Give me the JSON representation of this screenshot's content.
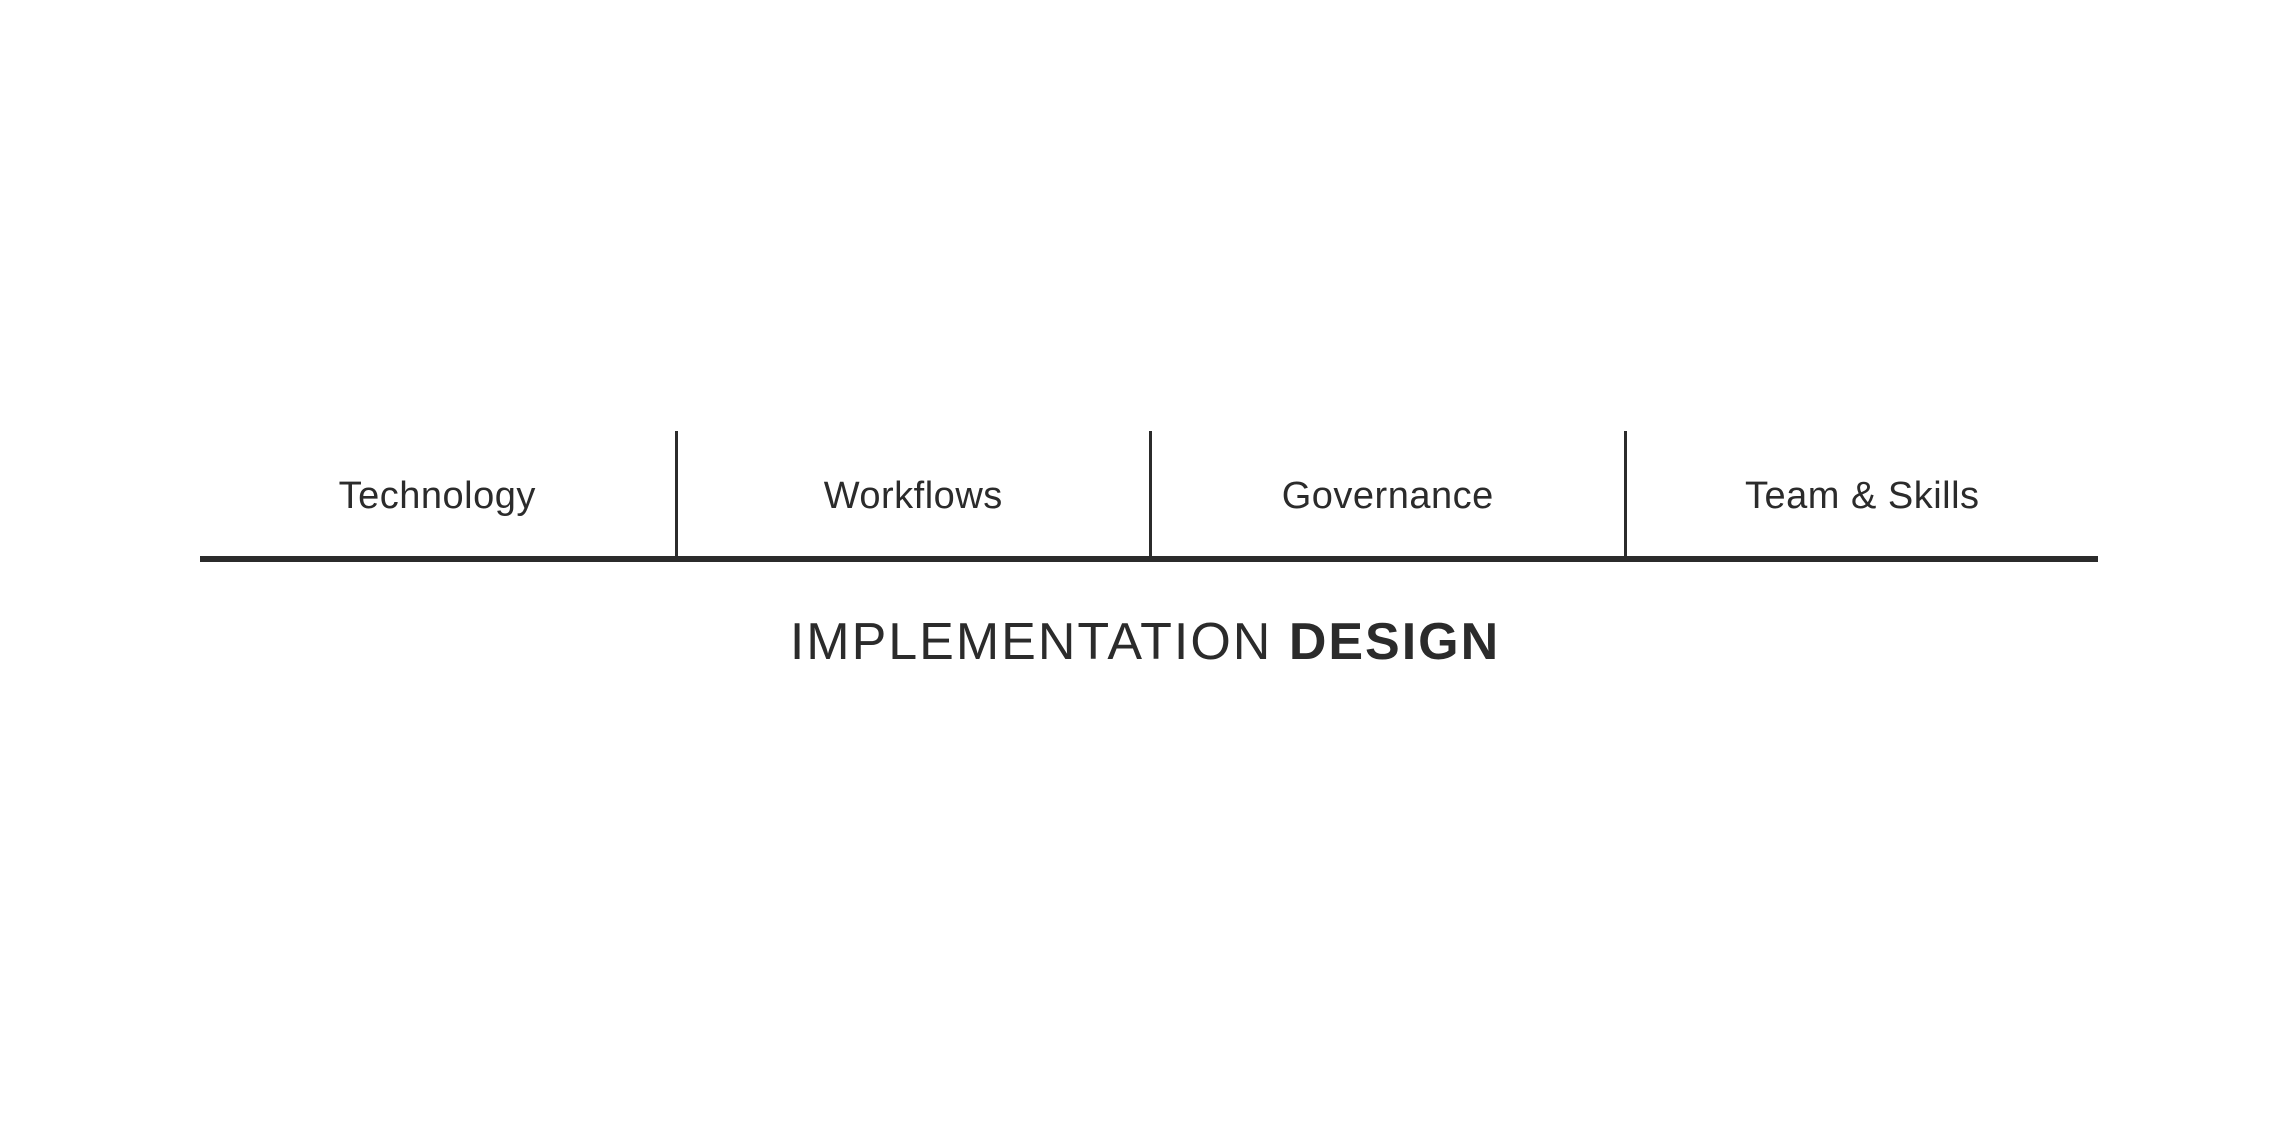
{
  "columns": [
    {
      "label": "Technology"
    },
    {
      "label": "Workflows"
    },
    {
      "label": "Governance"
    },
    {
      "label": "Team & Skills"
    }
  ],
  "title": {
    "light": "IMPLEMENTATION",
    "bold": "DESIGN"
  },
  "colors": {
    "ink": "#2b2b2b",
    "background": "#ffffff"
  }
}
